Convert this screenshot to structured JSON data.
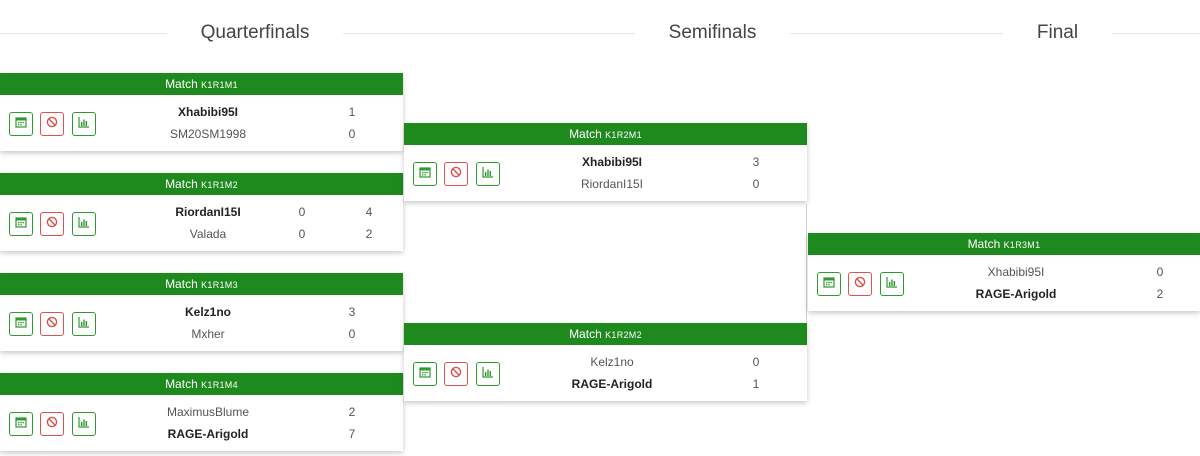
{
  "rounds": [
    {
      "title": "Quarterfinals"
    },
    {
      "title": "Semifinals"
    },
    {
      "title": "Final"
    }
  ],
  "match_label": "Match",
  "matches": {
    "qf1": {
      "code": "K1R1M1",
      "p1": {
        "name": "Xhabibi95I",
        "score": "1",
        "winner": true
      },
      "p2": {
        "name": "SM20SM1998",
        "score": "0",
        "winner": false
      }
    },
    "qf2": {
      "code": "K1R1M2",
      "p1": {
        "name": "RiordanI15I",
        "score_a": "0",
        "score_b": "4",
        "winner": true
      },
      "p2": {
        "name": "Valada",
        "score_a": "0",
        "score_b": "2",
        "winner": false
      }
    },
    "qf3": {
      "code": "K1R1M3",
      "p1": {
        "name": "Kelz1no",
        "score": "3",
        "winner": true
      },
      "p2": {
        "name": "Mxher",
        "score": "0",
        "winner": false
      }
    },
    "qf4": {
      "code": "K1R1M4",
      "p1": {
        "name": "MaximusBlume",
        "score": "2",
        "winner": false
      },
      "p2": {
        "name": "RAGE-Arigold",
        "score": "7",
        "winner": true
      }
    },
    "sf1": {
      "code": "K1R2M1",
      "p1": {
        "name": "Xhabibi95I",
        "score": "3",
        "winner": true
      },
      "p2": {
        "name": "RiordanI15I",
        "score": "0",
        "winner": false
      }
    },
    "sf2": {
      "code": "K1R2M2",
      "p1": {
        "name": "Kelz1no",
        "score": "0",
        "winner": false
      },
      "p2": {
        "name": "RAGE-Arigold",
        "score": "1",
        "winner": true
      }
    },
    "f1": {
      "code": "K1R3M1",
      "p1": {
        "name": "Xhabibi95I",
        "score": "0",
        "winner": false
      },
      "p2": {
        "name": "RAGE-Arigold",
        "score": "2",
        "winner": true
      }
    }
  },
  "icons": {
    "calendar": "calendar-icon",
    "forfeit": "ban-icon",
    "stats": "chart-icon"
  },
  "colors": {
    "header_green": "#1e8a1e",
    "button_green": "#2e9a2e",
    "button_red": "#d9534f"
  }
}
